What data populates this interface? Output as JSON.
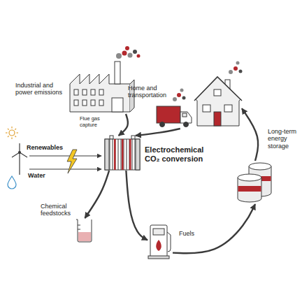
{
  "diagram": {
    "nodes": [
      {
        "text": [
          "Industrial and power emissions",
          "Flue gas capture"
        ]
      },
      {
        "text": [
          "Electrochemical CO₂ conversion"
        ]
      },
      {
        "text": [
          "Chemical feedstocks"
        ]
      },
      {
        "text": [
          "Fuels"
        ]
      },
      {
        "text": [
          "Long-term energy storage"
        ]
      },
      {
        "text": [
          "Home and transportation"
        ]
      }
    ],
    "edges": [
      {
        "from": 0,
        "to": 1,
        "arrow": "to"
      },
      {
        "from": 1,
        "to": 2,
        "arrow": "to"
      },
      {
        "from": 1,
        "to": 3,
        "arrow": "to"
      },
      {
        "from": 3,
        "to": 4,
        "arrow": "to"
      },
      {
        "from": 4,
        "to": 5,
        "arrow": "to"
      },
      {
        "from": 5,
        "to": 1,
        "arrow": "to"
      }
    ],
    "labels": [
      "Renewables",
      "Water"
    ]
  }
}
